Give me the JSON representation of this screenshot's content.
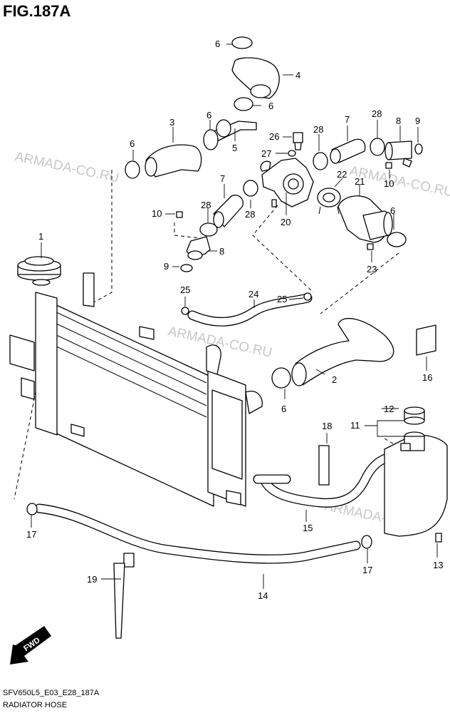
{
  "title": "FIG.187A",
  "footer": {
    "code": "SFV650L5_E03_E28_187A",
    "name": "RADIATOR HOSE"
  },
  "watermark": "ARMADA-CO.RU",
  "fwd_label": "FWD",
  "callouts": {
    "c1": "1",
    "c2": "2",
    "c3": "3",
    "c4": "4",
    "c5": "5",
    "c6a": "6",
    "c6b": "6",
    "c6c": "6",
    "c6d": "6",
    "c6e": "6",
    "c6f": "6",
    "c7a": "7",
    "c7b": "7",
    "c8a": "8",
    "c8b": "8",
    "c9a": "9",
    "c9b": "9",
    "c10a": "10",
    "c10b": "10",
    "c11": "11",
    "c12": "12",
    "c13": "13",
    "c14": "14",
    "c15": "15",
    "c16": "16",
    "c17a": "17",
    "c17b": "17",
    "c18": "18",
    "c19": "19",
    "c20": "20",
    "c21": "21",
    "c22": "22",
    "c23": "23",
    "c24": "24",
    "c25a": "25",
    "c25b": "25",
    "c26": "26",
    "c27": "27",
    "c28a": "28",
    "c28b": "28",
    "c28c": "28",
    "c28d": "28"
  }
}
